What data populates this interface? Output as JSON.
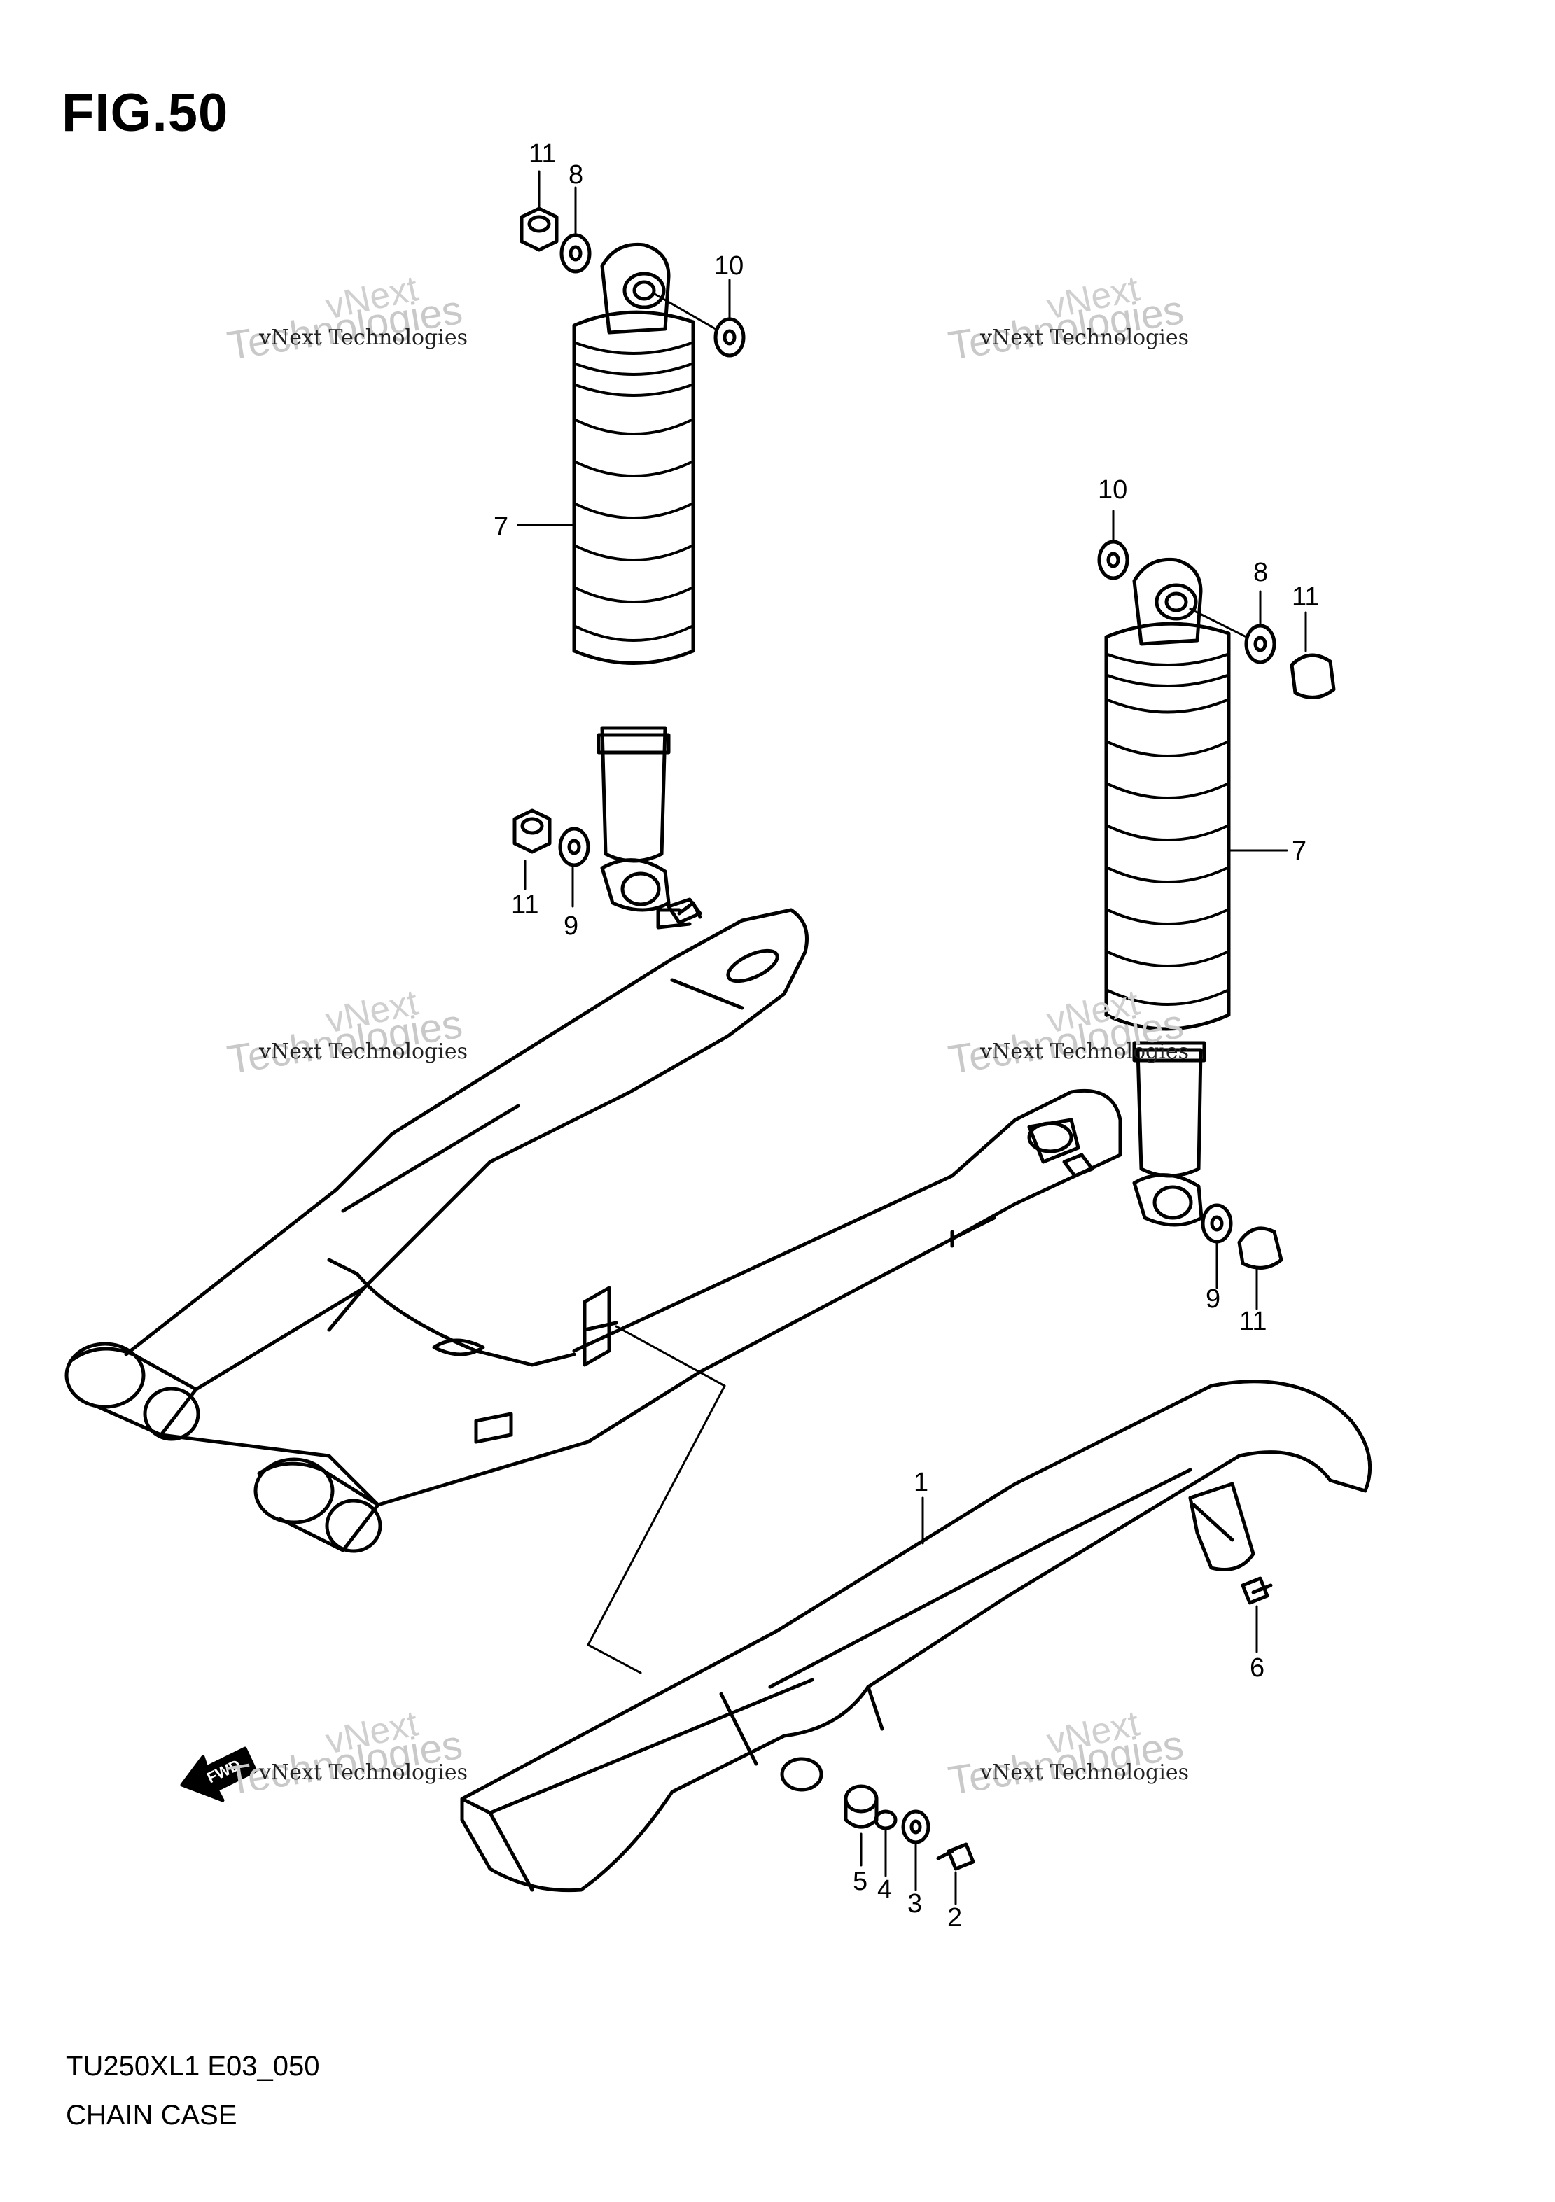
{
  "figure": {
    "title": "FIG.50"
  },
  "footer": {
    "code": "TU250XL1 E03_050",
    "caption": "CHAIN CASE"
  },
  "watermark": {
    "line1": "vNext Technologies",
    "line2": "Technologies",
    "line3": "vNext"
  },
  "fwd_label": "FWD",
  "callouts": {
    "c1": "1",
    "c2": "2",
    "c3": "3",
    "c4": "4",
    "c5": "5",
    "c6": "6",
    "c7a": "7",
    "c7b": "7",
    "c8a": "8",
    "c8b": "8",
    "c9a": "9",
    "c9b": "9",
    "c10a": "10",
    "c10b": "10",
    "c11a": "11",
    "c11b": "11",
    "c11c": "11",
    "c11d": "11"
  }
}
